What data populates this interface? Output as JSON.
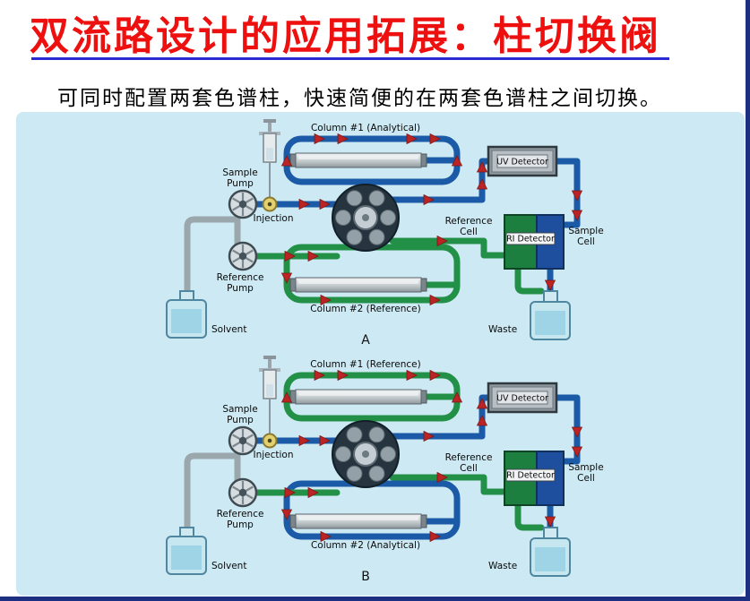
{
  "slide": {
    "title": "双流路设计的应用拓展：柱切换阀",
    "subtitle": "可同时配置两套色谱柱，快速简便的在两套色谱柱之间切换。"
  },
  "colors": {
    "title_red": "#ee0f0f",
    "rule_blue": "#2a2ad2",
    "panel_bg": "#cde9f3",
    "tube_blue": "#1b5aa6",
    "tube_green": "#229147",
    "tube_gray": "#9aa8ae",
    "arrow_red": "#bb2424",
    "uv_detector_gray": "#8d979d",
    "ri_detector_green": "#1c7f40",
    "ri_detector_blue": "#1d4f9e"
  },
  "diagram_a": {
    "caption": "A",
    "labels": {
      "sample_pump_1": "Sample",
      "sample_pump_2": "Pump",
      "injection": "Injection",
      "reference_pump_1": "Reference",
      "reference_pump_2": "Pump",
      "column_top": "Column #1 (Analytical)",
      "column_bottom": "Column #2 (Reference)",
      "uv_detector": "UV Detector",
      "ri_detector": "RI Detector",
      "reference_cell_1": "Reference",
      "reference_cell_2": "Cell",
      "sample_cell_1": "Sample",
      "sample_cell_2": "Cell",
      "solvent": "Solvent",
      "waste": "Waste"
    }
  },
  "diagram_b": {
    "caption": "B",
    "labels": {
      "sample_pump_1": "Sample",
      "sample_pump_2": "Pump",
      "injection": "Injection",
      "reference_pump_1": "Reference",
      "reference_pump_2": "Pump",
      "column_top": "Column #1 (Reference)",
      "column_bottom": "Column #2 (Analytical)",
      "uv_detector": "UV Detector",
      "ri_detector": "RI Detector",
      "reference_cell_1": "Reference",
      "reference_cell_2": "Cell",
      "sample_cell_1": "Sample",
      "sample_cell_2": "Cell",
      "solvent": "Solvent",
      "waste": "Waste"
    }
  }
}
